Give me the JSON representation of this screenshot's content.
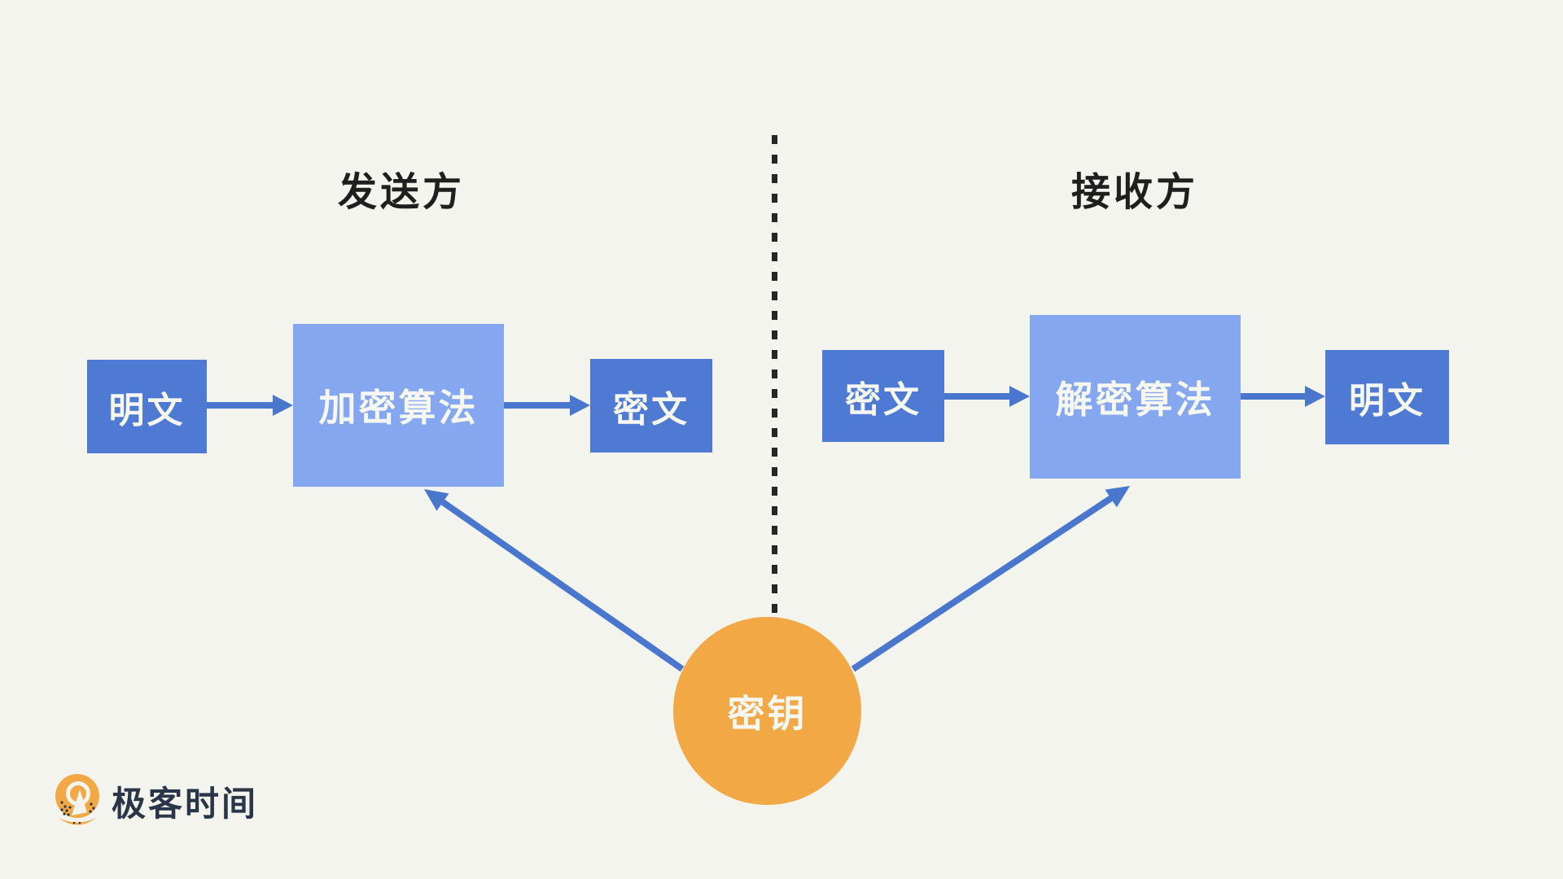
{
  "titles": {
    "sender": "发送方",
    "receiver": "接收方"
  },
  "sender_flow": {
    "plaintext": "明文",
    "algorithm": "加密算法",
    "ciphertext": "密文"
  },
  "receiver_flow": {
    "ciphertext": "密文",
    "algorithm": "解密算法",
    "plaintext": "明文"
  },
  "key": {
    "label": "密钥"
  },
  "logo": {
    "text": "极客时间",
    "icon": "geektime-logo-icon"
  },
  "colors": {
    "background": "#F4F4EF",
    "box_small": "#4E7AD3",
    "box_large": "#85A7F0",
    "box_text": "#F7F7F2",
    "arrow": "#4A77CE",
    "key_circle": "#F2A845",
    "divider": "#262626",
    "title_text": "#1F1F1F",
    "logo_text": "#2A3547",
    "logo_icon": "#F2A845"
  }
}
